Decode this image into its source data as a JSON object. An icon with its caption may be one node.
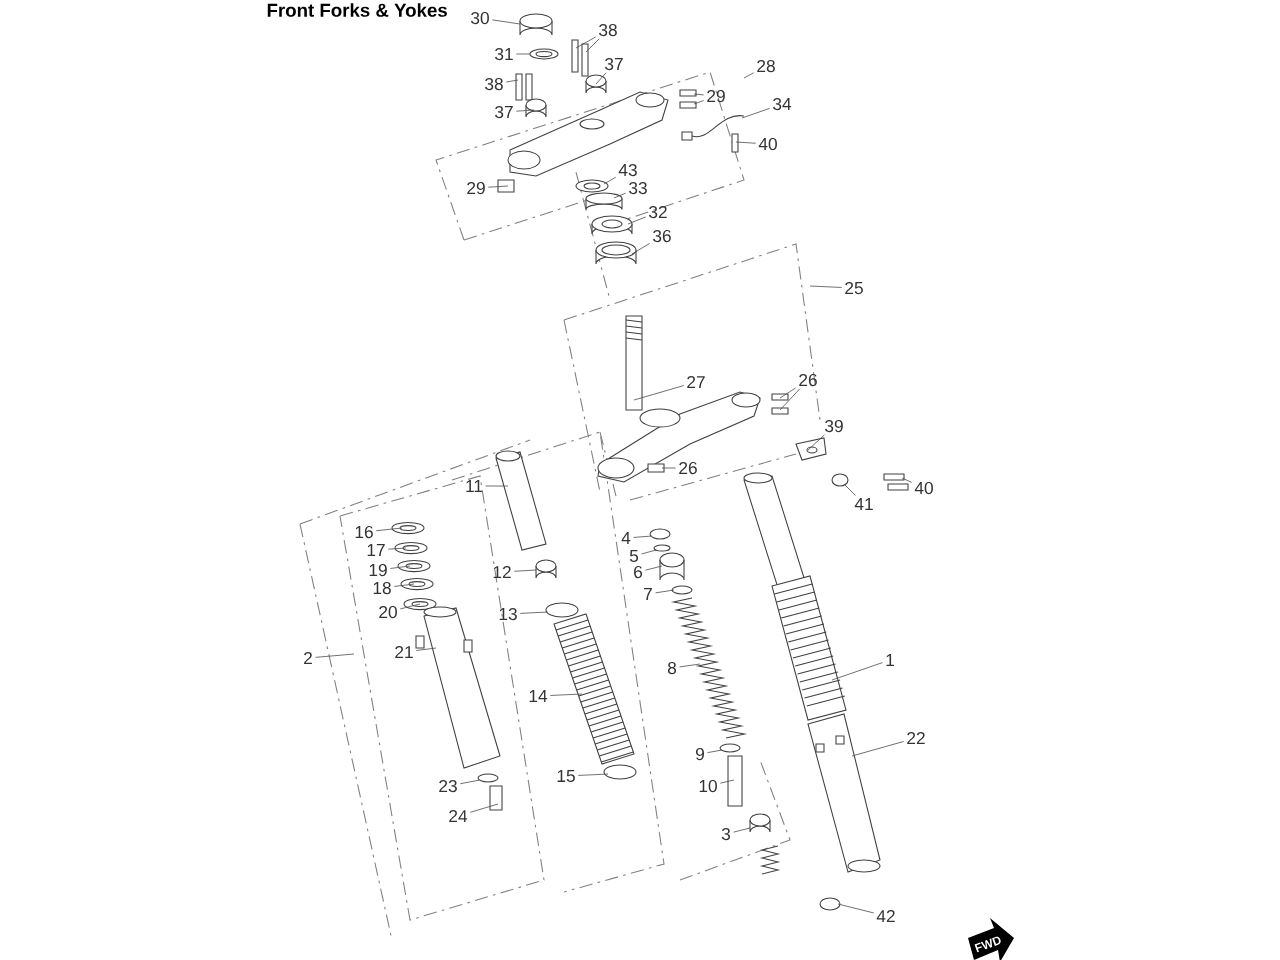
{
  "diagram": {
    "title": "Front Forks & Yokes",
    "nodes": [
      {
        "text": [
          "30"
        ]
      },
      {
        "text": [
          "38"
        ]
      },
      {
        "text": [
          "31"
        ]
      },
      {
        "text": [
          "37"
        ]
      },
      {
        "text": [
          "38"
        ]
      },
      {
        "text": [
          "28"
        ]
      },
      {
        "text": [
          "37"
        ]
      },
      {
        "text": [
          "29"
        ]
      },
      {
        "text": [
          "34"
        ]
      },
      {
        "text": [
          "40"
        ]
      },
      {
        "text": [
          "29"
        ]
      },
      {
        "text": [
          "43"
        ]
      },
      {
        "text": [
          "33"
        ]
      },
      {
        "text": [
          "32"
        ]
      },
      {
        "text": [
          "36"
        ]
      },
      {
        "text": [
          "25"
        ]
      },
      {
        "text": [
          "27"
        ]
      },
      {
        "text": [
          "26"
        ]
      },
      {
        "text": [
          "39"
        ]
      },
      {
        "text": [
          "26"
        ]
      },
      {
        "text": [
          "11"
        ]
      },
      {
        "text": [
          "40"
        ]
      },
      {
        "text": [
          "41"
        ]
      },
      {
        "text": [
          "16"
        ]
      },
      {
        "text": [
          "4"
        ]
      },
      {
        "text": [
          "17"
        ]
      },
      {
        "text": [
          "5"
        ]
      },
      {
        "text": [
          "6"
        ]
      },
      {
        "text": [
          "19"
        ]
      },
      {
        "text": [
          "7"
        ]
      },
      {
        "text": [
          "18"
        ]
      },
      {
        "text": [
          "12"
        ]
      },
      {
        "text": [
          "20"
        ]
      },
      {
        "text": [
          "13"
        ]
      },
      {
        "text": [
          "21"
        ]
      },
      {
        "text": [
          "2"
        ]
      },
      {
        "text": [
          "1"
        ]
      },
      {
        "text": [
          "8"
        ]
      },
      {
        "text": [
          "14"
        ]
      },
      {
        "text": [
          "22"
        ]
      },
      {
        "text": [
          "9"
        ]
      },
      {
        "text": [
          "15"
        ]
      },
      {
        "text": [
          "23"
        ]
      },
      {
        "text": [
          "10"
        ]
      },
      {
        "text": [
          "24"
        ]
      },
      {
        "text": [
          "3"
        ]
      },
      {
        "text": [
          "42"
        ]
      },
      {
        "text": [],
        "shape": "cylinder"
      },
      {
        "text": [],
        "shape": "box"
      },
      {
        "text": [],
        "shape": "box"
      },
      {
        "text": [],
        "shape": "picture"
      },
      {
        "text": [],
        "shape": "cylinder"
      },
      {
        "text": [],
        "shape": "picture"
      },
      {
        "text": [],
        "shape": "cylinder"
      },
      {
        "text": [],
        "shape": "picture"
      },
      {
        "text": [],
        "shape": "box"
      },
      {
        "text": [],
        "shape": "box"
      },
      {
        "text": [],
        "shape": "picture"
      },
      {
        "text": [],
        "shape": "box"
      },
      {
        "text": [],
        "shape": "box"
      },
      {
        "text": [],
        "shape": "picture"
      },
      {
        "text": [],
        "shape": "cylinder"
      },
      {
        "text": [],
        "shape": "picture"
      },
      {
        "text": [],
        "shape": "picture"
      },
      {
        "text": [],
        "shape": "picture"
      },
      {
        "text": [],
        "shape": "picture"
      },
      {
        "text": [],
        "shape": "box"
      },
      {
        "text": [],
        "shape": "box"
      },
      {
        "text": [],
        "shape": "picture"
      },
      {
        "text": [],
        "shape": "box"
      },
      {
        "text": [],
        "shape": "circle"
      },
      {
        "text": [],
        "shape": "picture"
      },
      {
        "text": [],
        "shape": "picture"
      },
      {
        "text": [],
        "shape": "picture"
      },
      {
        "text": [],
        "shape": "picture"
      },
      {
        "text": [],
        "shape": "circle"
      },
      {
        "text": [],
        "shape": "picture"
      },
      {
        "text": [],
        "shape": "picture"
      },
      {
        "text": [],
        "shape": "picture"
      },
      {
        "text": [],
        "shape": "picture"
      },
      {
        "text": [],
        "shape": "picture"
      },
      {
        "text": [],
        "shape": "picture"
      },
      {
        "text": [],
        "shape": "circle"
      },
      {
        "text": [],
        "shape": "box"
      },
      {
        "text": [],
        "shape": "picture"
      },
      {
        "text": [],
        "shape": "cylinder"
      },
      {
        "text": [],
        "shape": "circle"
      },
      {
        "text": [],
        "shape": "picture"
      },
      {
        "text": [],
        "shape": "circle"
      },
      {
        "text": [],
        "shape": "circle"
      },
      {
        "text": [],
        "shape": "circle"
      },
      {
        "text": [],
        "shape": "cylinder"
      },
      {
        "text": [],
        "shape": "circle"
      },
      {
        "text": [],
        "shape": "picture"
      },
      {
        "text": [],
        "shape": "circle"
      },
      {
        "text": [],
        "shape": "box"
      },
      {
        "text": [],
        "shape": "cylinder"
      },
      {
        "text": [],
        "shape": "picture"
      }
    ],
    "edges": [
      {
        "from": 0,
        "to": 47,
        "arrow": "none"
      },
      {
        "from": 1,
        "to": 48,
        "arrow": "none"
      },
      {
        "from": 1,
        "to": 49,
        "arrow": "none"
      },
      {
        "from": 2,
        "to": 50,
        "arrow": "none"
      },
      {
        "from": 3,
        "to": 51,
        "arrow": "none"
      },
      {
        "from": 4,
        "to": 52,
        "arrow": "none"
      },
      {
        "from": 5,
        "to": null,
        "arrow": "none"
      },
      {
        "from": 6,
        "to": 53,
        "arrow": "none"
      },
      {
        "from": 7,
        "to": 55,
        "arrow": "none"
      },
      {
        "from": 7,
        "to": 56,
        "arrow": "none"
      },
      {
        "from": 8,
        "to": 57,
        "arrow": "none"
      },
      {
        "from": 9,
        "to": 58,
        "arrow": "none"
      },
      {
        "from": 10,
        "to": 59,
        "arrow": "none"
      },
      {
        "from": 11,
        "to": 60,
        "arrow": "none"
      },
      {
        "from": 12,
        "to": 61,
        "arrow": "none"
      },
      {
        "from": 13,
        "to": 62,
        "arrow": "none"
      },
      {
        "from": 14,
        "to": 63,
        "arrow": "none"
      },
      {
        "from": 15,
        "to": null,
        "arrow": "none"
      },
      {
        "from": 16,
        "to": 64,
        "arrow": "none"
      },
      {
        "from": 17,
        "to": 66,
        "arrow": "none"
      },
      {
        "from": 17,
        "to": 67,
        "arrow": "none"
      },
      {
        "from": 18,
        "to": 68,
        "arrow": "none"
      },
      {
        "from": 19,
        "to": 69,
        "arrow": "none"
      },
      {
        "from": 20,
        "to": 84,
        "arrow": "none"
      },
      {
        "from": 21,
        "to": 71,
        "arrow": "none"
      },
      {
        "from": 22,
        "to": 70,
        "arrow": "none"
      },
      {
        "from": 23,
        "to": 76,
        "arrow": "none"
      },
      {
        "from": 24,
        "to": 89,
        "arrow": "none"
      },
      {
        "from": 25,
        "to": 77,
        "arrow": "none"
      },
      {
        "from": 26,
        "to": 90,
        "arrow": "none"
      },
      {
        "from": 27,
        "to": 91,
        "arrow": "none"
      },
      {
        "from": 28,
        "to": 78,
        "arrow": "none"
      },
      {
        "from": 29,
        "to": 92,
        "arrow": "none"
      },
      {
        "from": 30,
        "to": 79,
        "arrow": "none"
      },
      {
        "from": 31,
        "to": 85,
        "arrow": "none"
      },
      {
        "from": 32,
        "to": 80,
        "arrow": "none"
      },
      {
        "from": 33,
        "to": 86,
        "arrow": "none"
      },
      {
        "from": 34,
        "to": 81,
        "arrow": "none"
      },
      {
        "from": 35,
        "to": null,
        "arrow": "none"
      },
      {
        "from": 36,
        "to": 73,
        "arrow": "none"
      },
      {
        "from": 37,
        "to": 93,
        "arrow": "none"
      },
      {
        "from": 38,
        "to": 87,
        "arrow": "none"
      },
      {
        "from": 39,
        "to": 74,
        "arrow": "none"
      },
      {
        "from": 40,
        "to": 94,
        "arrow": "none"
      },
      {
        "from": 41,
        "to": 88,
        "arrow": "none"
      },
      {
        "from": 42,
        "to": 82,
        "arrow": "none"
      },
      {
        "from": 43,
        "to": 95,
        "arrow": "none"
      },
      {
        "from": 44,
        "to": 83,
        "arrow": "none"
      },
      {
        "from": 45,
        "to": 96,
        "arrow": "none"
      },
      {
        "from": 46,
        "to": 75,
        "arrow": "none"
      }
    ],
    "labels": [
      "FWD"
    ]
  }
}
